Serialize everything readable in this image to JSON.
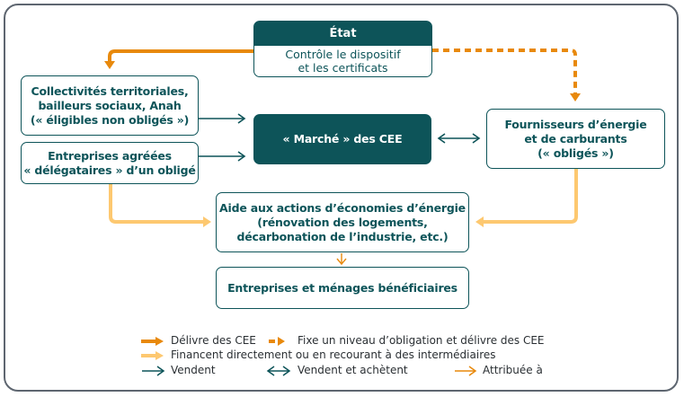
{
  "colors": {
    "teal": "#0d5459",
    "orange": "#e8890c",
    "light_orange": "#fdc870",
    "frame": "#5e6670"
  },
  "nodes": {
    "etat": {
      "title": "État",
      "body": "Contrôle le dispositif\net les certificats"
    },
    "collectivites": {
      "label": "Collectivités territoriales,\nbailleurs sociaux, Anah\n(« éligibles non obligés »)"
    },
    "entreprises_agreees": {
      "label": "Entreprises agréées\n« délégataires » d’un obligé"
    },
    "marche": {
      "label": "« Marché » des CEE"
    },
    "fournisseurs": {
      "label": "Fournisseurs d’énergie\net de carburants\n(« obligés »)"
    },
    "aide": {
      "label": "Aide aux actions d’économies d’énergie\n(rénovation des logements,\ndécarbonation de l’industrie, etc.)"
    },
    "beneficiaires": {
      "label": "Entreprises et ménages bénéficiaires"
    }
  },
  "legend": {
    "delivre": "Délivre des CEE",
    "fixe": "Fixe un niveau d’obligation et délivre des CEE",
    "financent": "Financent directement ou en recourant à des intermédiaires",
    "vendent": "Vendent",
    "vendent_achetent": "Vendent et achètent",
    "attribuee": "Attribuée à"
  }
}
